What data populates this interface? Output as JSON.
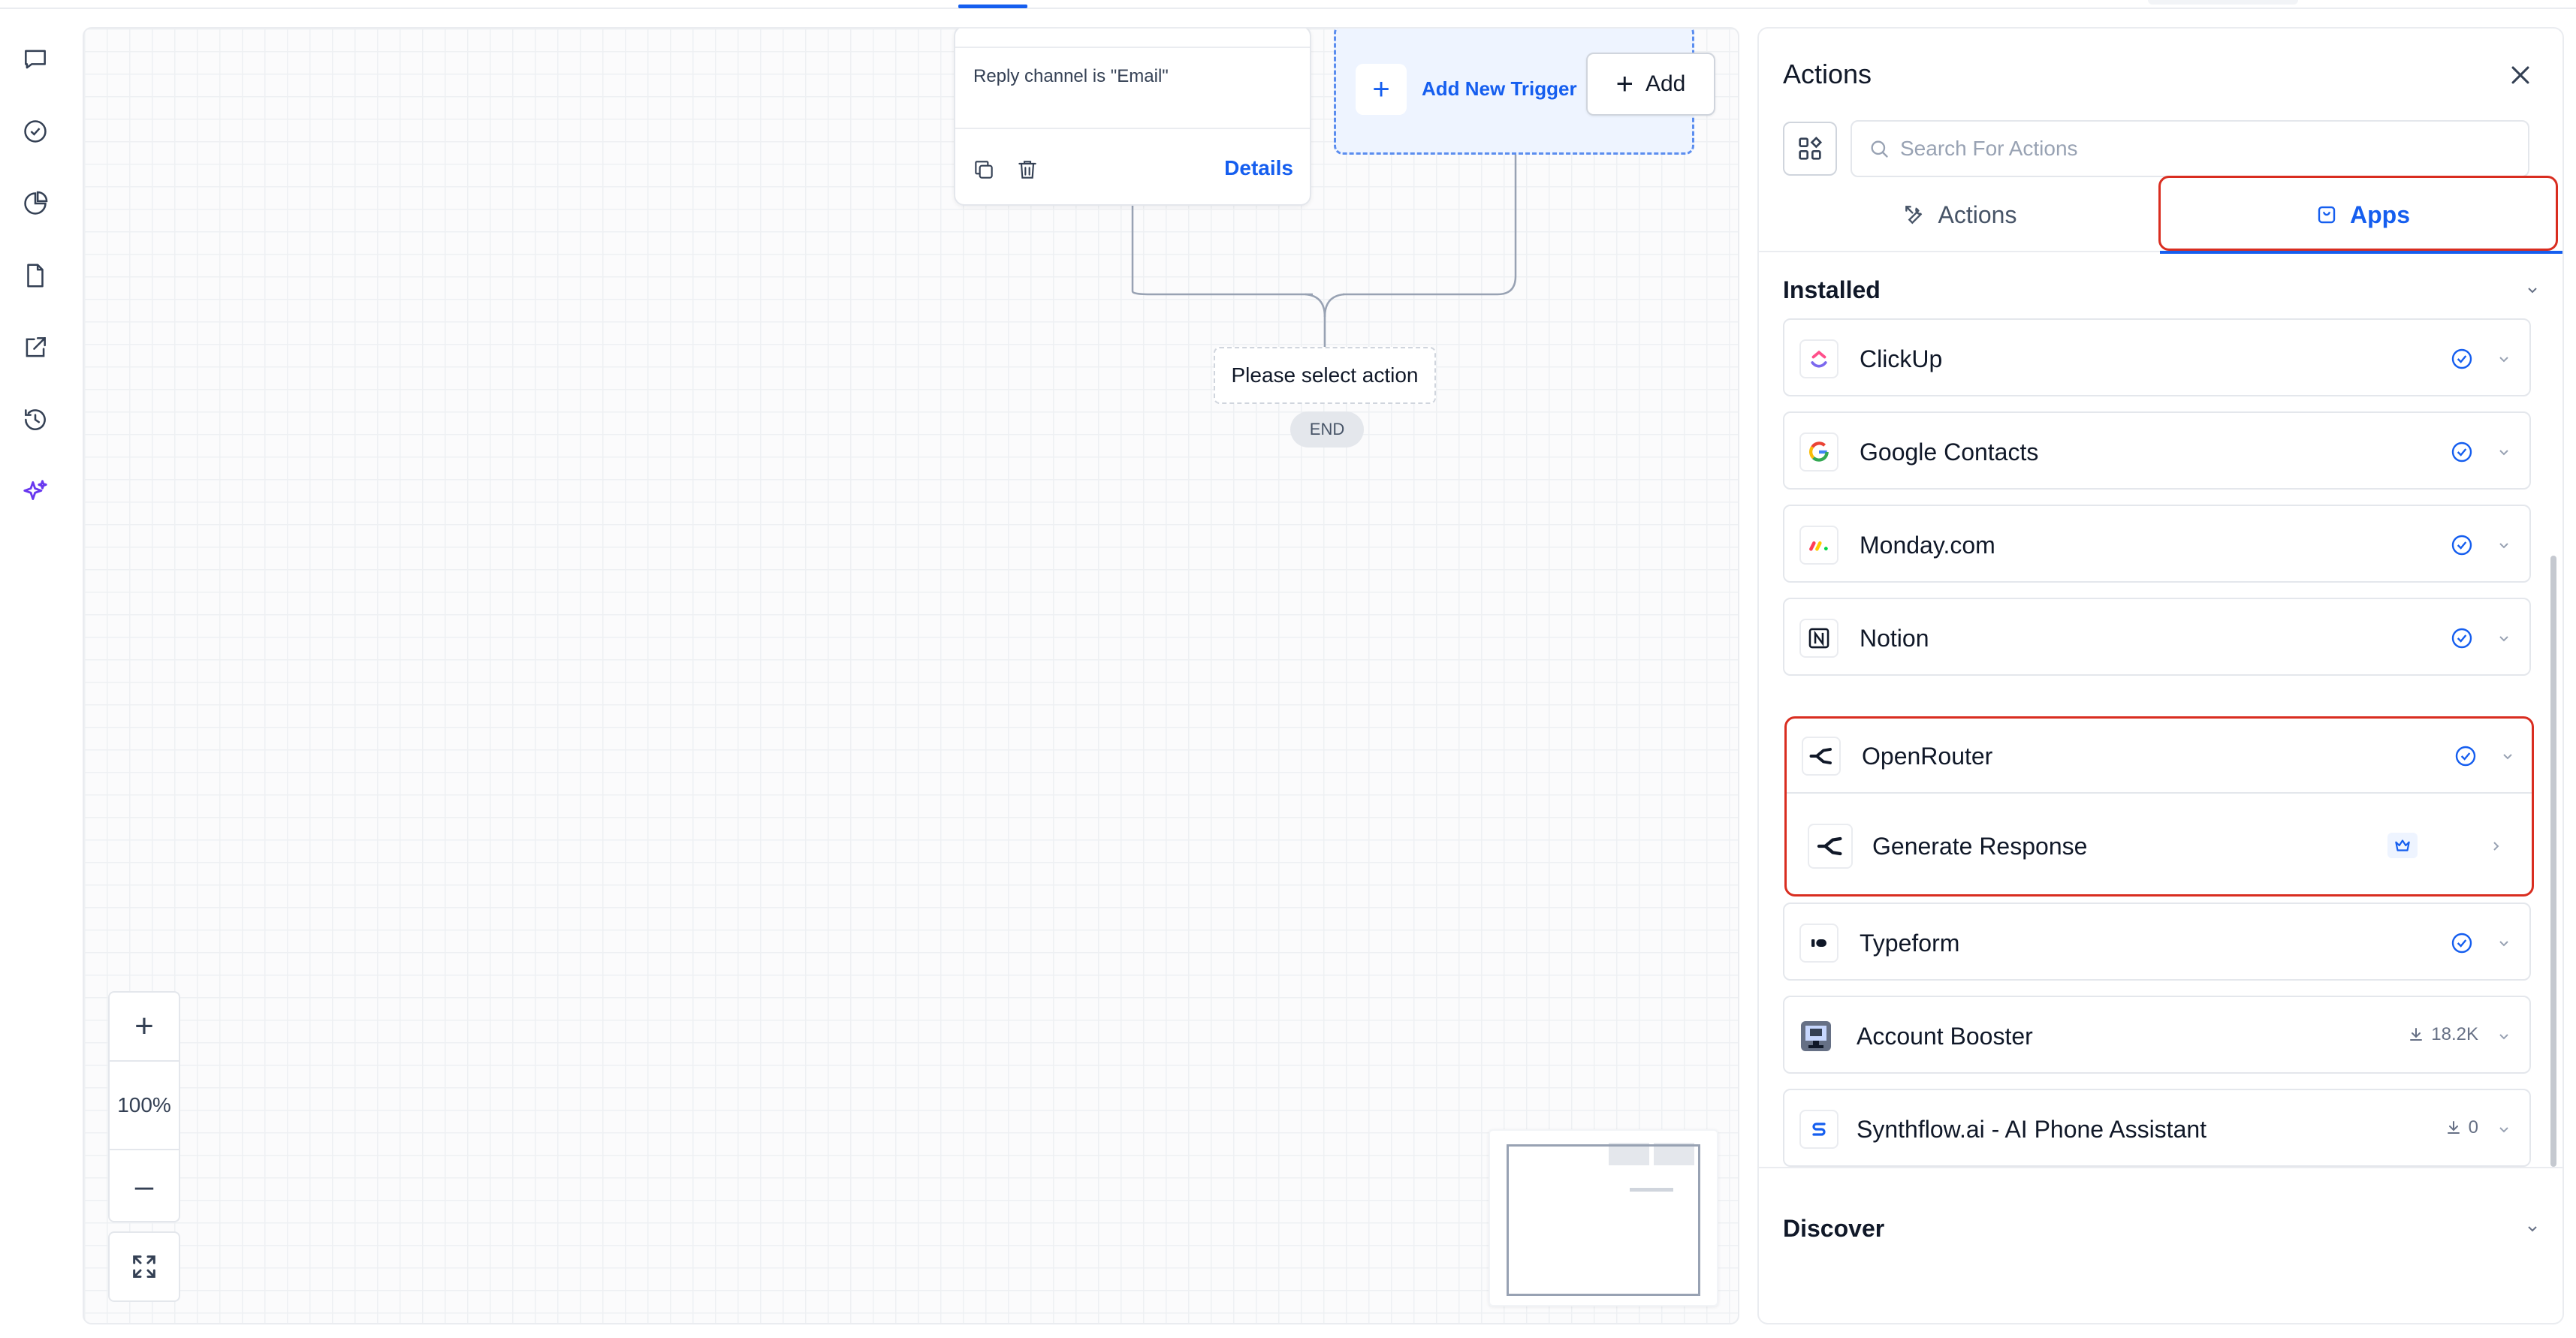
{
  "canvas": {
    "node": {
      "condition_text": "Reply channel is \"Email\"",
      "details_label": "Details"
    },
    "trigger": {
      "add_new_trigger": "Add New Trigger",
      "add_label": "Add"
    },
    "select_action": "Please select action",
    "end_label": "END",
    "zoom_level": "100%"
  },
  "panel": {
    "title": "Actions",
    "search_placeholder": "Search For Actions",
    "tabs": [
      {
        "label": "Actions",
        "active": false
      },
      {
        "label": "Apps",
        "active": true
      }
    ],
    "installed_header": "Installed",
    "discover_header": "Discover",
    "apps": [
      {
        "name": "ClickUp",
        "status": "installed",
        "icon": "clickup-logo"
      },
      {
        "name": "Google Contacts",
        "status": "installed",
        "icon": "google-logo"
      },
      {
        "name": "Monday.com",
        "status": "installed",
        "icon": "monday-logo"
      },
      {
        "name": "Notion",
        "status": "installed",
        "icon": "notion-logo"
      },
      {
        "name": "OpenRouter",
        "status": "installed",
        "icon": "openrouter-logo",
        "expanded": true,
        "sub_actions": [
          {
            "name": "Generate Response",
            "badge": "crown-icon"
          }
        ]
      },
      {
        "name": "Typeform",
        "status": "installed",
        "icon": "typeform-logo"
      },
      {
        "name": "Account Booster",
        "downloads": "18.2K",
        "icon": "account-booster-logo"
      },
      {
        "name": "Synthflow.ai - AI Phone Assistant",
        "downloads": "0",
        "icon": "synthflow-logo"
      }
    ]
  },
  "colors": {
    "accent": "#155eef",
    "highlight": "#d92d20",
    "ai_purple": "#6938ef"
  }
}
